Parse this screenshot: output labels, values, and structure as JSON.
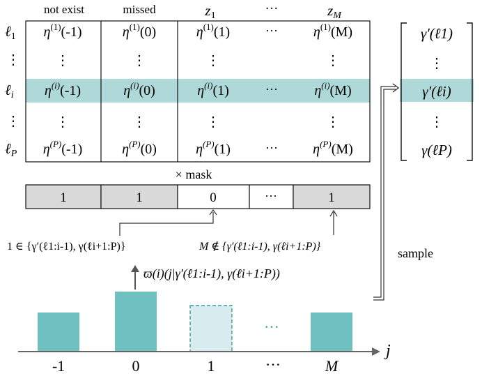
{
  "columns": {
    "c0": "not exist",
    "c1": "missed",
    "z1": "z",
    "z1_sub": "1",
    "dots": "···",
    "zM": "z",
    "zM_sub": "M"
  },
  "rows": {
    "r1": {
      "label": "ℓ",
      "sub": "1",
      "eta_sup": "(1)"
    },
    "ri": {
      "label": "ℓ",
      "sub": "i",
      "eta_sup": "(i)"
    },
    "rP": {
      "label": "ℓ",
      "sub": "P",
      "eta_sup": "(P)"
    }
  },
  "cells": {
    "args": [
      "(-1)",
      "(0)",
      "(1)",
      "(M)"
    ],
    "eta": "η",
    "hdots": "···",
    "vdots": "⋮"
  },
  "mask": {
    "label": "× mask",
    "values": [
      "1",
      "1",
      "0",
      "···",
      "1"
    ]
  },
  "annotations": {
    "in_set": "1 ∈ {γ′(ℓ1:i-1), γ(ℓi+1:P)}",
    "not_in_set": "M ∉ {γ′(ℓ1:i-1), γ(ℓi+1:P)}",
    "dist": "ϖ(i)(j|γ′(ℓ1:i-1), γ(ℓi+1:P))",
    "sample": "sample"
  },
  "vector": {
    "top": "γ′(ℓ1)",
    "mid": "γ′(ℓi)",
    "bot": "γ(ℓP)"
  },
  "bars": {
    "labels": [
      "-1",
      "0",
      "1",
      "···",
      "M"
    ],
    "axis_label": "j"
  },
  "colors": {
    "teal": "#6fc1c1",
    "teal_light": "#d7ecee",
    "highlight": "#afd9d9",
    "mask_gray": "#d9d9d9",
    "teal_dash": "#3f9a9a"
  }
}
